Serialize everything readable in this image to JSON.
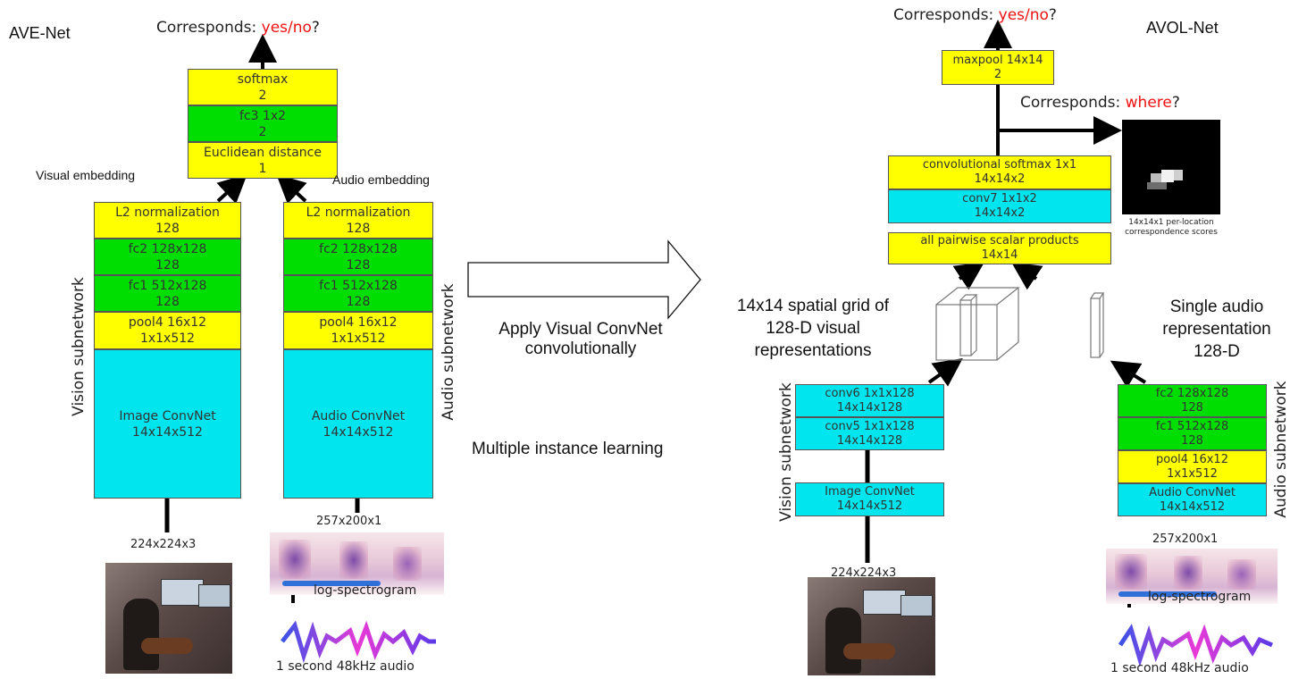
{
  "left": {
    "title": "AVE-Net",
    "corresponds_prefix": "Corresponds: ",
    "corresponds_answer": "yes/no",
    "corresponds_suffix": "?",
    "head": {
      "softmax": [
        "softmax",
        "2"
      ],
      "fc3": [
        "fc3 1x2",
        "2"
      ],
      "euclid": [
        "Euclidean distance",
        "1"
      ]
    },
    "visual_embedding": "Visual embedding",
    "audio_embedding": "Audio embedding",
    "vision": {
      "label": "Vision subnetwork",
      "l2": [
        "L2 normalization",
        "128"
      ],
      "fc2": [
        "fc2 128x128",
        "128"
      ],
      "fc1": [
        "fc1 512x128",
        "128"
      ],
      "pool4": [
        "pool4 16x12",
        "1x1x512"
      ],
      "convnet": [
        "Image ConvNet",
        "14x14x512"
      ],
      "input_dim": "224x224x3"
    },
    "audio": {
      "label": "Audio subnetwork",
      "l2": [
        "L2 normalization",
        "128"
      ],
      "fc2": [
        "fc2 128x128",
        "128"
      ],
      "fc1": [
        "fc1 512x128",
        "128"
      ],
      "pool4": [
        "pool4 16x12",
        "1x1x512"
      ],
      "convnet": [
        "Audio ConvNet",
        "14x14x512"
      ],
      "input_dim": "257x200x1",
      "log_spectrogram": "log-spectrogram",
      "waveform": "1 second 48kHz audio"
    }
  },
  "middle": {
    "apply_line1": "Apply Visual ConvNet",
    "apply_line2": "convolutionally",
    "mil": "Multiple instance learning"
  },
  "right": {
    "title": "AVOL-Net",
    "corresponds_prefix": "Corresponds: ",
    "corresponds_answer": "yes/no",
    "corresponds_suffix": "?",
    "where_prefix": "Corresponds: ",
    "where_answer": "where",
    "where_suffix": "?",
    "maxpool": [
      "maxpool 14x14",
      "2"
    ],
    "conv_softmax": [
      "convolutional softmax 1x1",
      "14x14x2"
    ],
    "conv7": [
      "conv7 1x1x2",
      "14x14x2"
    ],
    "pairwise": [
      "all pairwise scalar products",
      "14x14"
    ],
    "score_caption": [
      "14x14x1 per-location",
      "correspondence scores"
    ],
    "grid_label": [
      "14x14 spatial grid of",
      "128-D visual",
      "representations"
    ],
    "single_label": [
      "Single audio",
      "representation",
      "128-D"
    ],
    "vision": {
      "label": "Vision subnetwork",
      "conv6": [
        "conv6 1x1x128",
        "14x14x128"
      ],
      "conv5": [
        "conv5 1x1x128",
        "14x14x128"
      ],
      "convnet": [
        "Image ConvNet",
        "14x14x512"
      ],
      "input_dim": "224x224x3"
    },
    "audio": {
      "label": "Audio subnetwork",
      "fc2": [
        "fc2 128x128",
        "128"
      ],
      "fc1": [
        "fc1 512x128",
        "128"
      ],
      "pool4": [
        "pool4 16x12",
        "1x1x512"
      ],
      "convnet": [
        "Audio ConvNet",
        "14x14x512"
      ],
      "input_dim": "257x200x1",
      "log_spectrogram": "log-spectrogram",
      "waveform": "1 second 48kHz audio"
    }
  },
  "colors": {
    "yellow": "#ffff00",
    "green": "#00dd00",
    "cyan": "#00e5ee",
    "highlight": "#ee1111"
  }
}
